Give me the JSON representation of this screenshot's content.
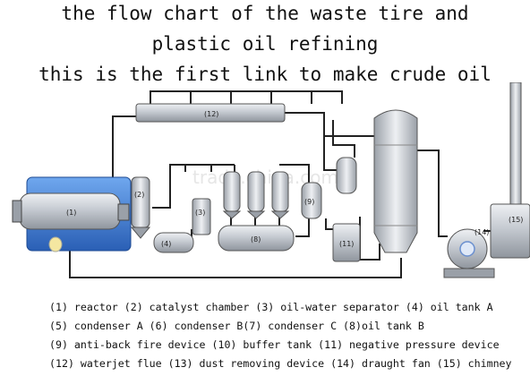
{
  "title": {
    "line1": "the flow chart of the waste tire and",
    "line2": "plastic oil refining",
    "line3": "this is the first link to make crude oil"
  },
  "diagram": {
    "labels": {
      "reactor": "(1)",
      "catalyst_chamber": "(2)",
      "oil_water_separator": "(3)",
      "oil_tank_a": "(4)",
      "oil_tank_b": "(8)",
      "anti_back_fire": "(9)",
      "negative_pressure": "(11)",
      "waterjet_flue": "(12)",
      "draught_fan": "(14)",
      "chimney": "(15)"
    },
    "watermark": "trade.china.com",
    "colors": {
      "steel": "#c8cdd3",
      "blue": "#3f7fd6",
      "pipe": "#222222",
      "flame": "#f4e7a1"
    }
  },
  "legend": {
    "line1": "(1) reactor (2) catalyst chamber (3) oil-water separator (4) oil tank A",
    "line2": "(5) condenser A (6) condenser B(7) condenser C (8)oil tank B",
    "line3": "(9) anti-back fire device (10) buffer tank (11) negative pressure device",
    "line4": "(12) waterjet flue (13) dust removing device (14) draught fan (15) chimney"
  }
}
